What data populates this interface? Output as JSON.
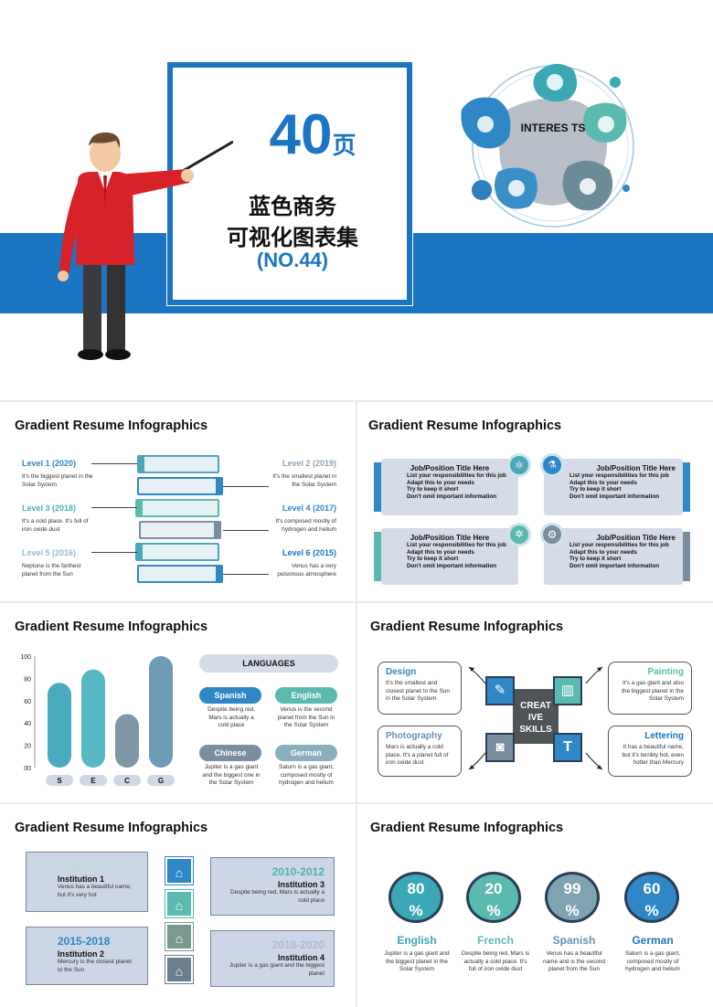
{
  "hero": {
    "title_num": "40",
    "title_unit": "页",
    "line1": "蓝色商务",
    "line2": "可视化图表集",
    "code": "(NO.44)",
    "interests": "INTERES TS"
  },
  "colors": {
    "primary": "#1b75c2",
    "teal": "#4bb2b0",
    "slate": "#6b8aa0"
  },
  "p1": {
    "title": "Gradient Resume Infographics",
    "levels": [
      {
        "label": "Level 1 (2020)",
        "text": "It's the biggest planet in the Solar System"
      },
      {
        "label": "Level 2 (2019)",
        "text": "It's the smallest planet in the Solar System"
      },
      {
        "label": "Level 3 (2018)",
        "text": "It's a cold place. It's full of iron oxide dust"
      },
      {
        "label": "Level 4 (2017)",
        "text": "It's composed mostly of hydrogen and helium"
      },
      {
        "label": "Level 5 (2016)",
        "text": "Neptune is the farthest planet from the Sun"
      },
      {
        "label": "Level 6 (2015)",
        "text": "Venus has a very poisonous atmosphere"
      }
    ]
  },
  "p2": {
    "title": "Gradient Resume Infographics",
    "jobs": [
      {
        "title": "Job/Position Title Here",
        "items": [
          "List your responsibilities for this job",
          "Adapt this to your needs",
          "Try to keep it short",
          "Don't omit important information"
        ]
      },
      {
        "title": "Job/Position Title Here",
        "items": [
          "List your responsibilities for this job",
          "Adapt this to your needs",
          "Try to keep it short",
          "Don't omit important information"
        ]
      },
      {
        "title": "Job/Position Title Here",
        "items": [
          "List your responsibilities for this job",
          "Adapt this to your needs",
          "Try to keep it short",
          "Don't omit important information"
        ]
      },
      {
        "title": "Job/Position Title Here",
        "items": [
          "List your responsibilities for this job",
          "Adapt this to your needs",
          "Try to keep it short",
          "Don't omit important information"
        ]
      }
    ]
  },
  "p3": {
    "title": "Gradient Resume Infographics",
    "languages_header": "LANGUAGES",
    "langs": [
      {
        "name": "Spanish",
        "text": "Despite being red, Mars is actually a cold place"
      },
      {
        "name": "English",
        "text": "Venus is the second planet from the Sun in the Solar System"
      },
      {
        "name": "Chinese",
        "text": "Jupiter is a gas giant and the biggest one in the Solar System"
      },
      {
        "name": "German",
        "text": "Saturn is a gas giant, composed mostly of hydrogen and helium"
      }
    ]
  },
  "chart_data": {
    "type": "bar",
    "categories": [
      "S",
      "E",
      "C",
      "G"
    ],
    "values": [
      76,
      88,
      48,
      100
    ],
    "ylim": [
      0,
      100
    ],
    "yticks": [
      "100",
      "80",
      "60",
      "40",
      "20",
      "00"
    ],
    "colors": [
      "#49aac0",
      "#55b8c4",
      "#7f96a4",
      "#6d9bb8"
    ]
  },
  "p4": {
    "title": "Gradient Resume Infographics",
    "center": "CREAT IVE SKILLS",
    "skills": [
      {
        "name": "Design",
        "text": "It's the smallest and closest planet to the Sun in the Solar System"
      },
      {
        "name": "Painting",
        "text": "It's a gas giant and also the biggest planet in the Solar System"
      },
      {
        "name": "Photography",
        "text": "Mars is actually a cold place. It's a planet full of iron oxide dust"
      },
      {
        "name": "Lettering",
        "text": "It has a beautiful name, but it's terribly hot, even hotter than Mercury"
      }
    ]
  },
  "p5": {
    "title": "Gradient Resume Infographics",
    "insts": [
      {
        "years": "2012-2015",
        "name": "Institution 1",
        "text": "Venus has a beautiful name, but it's very hot"
      },
      {
        "years": "2010-2012",
        "name": "Institution 3",
        "text": "Despite being red, Mars is actually a cold place"
      },
      {
        "years": "2015-2018",
        "name": "Institution 2",
        "text": "Mercury is the closest planet to the Sun"
      },
      {
        "years": "2018-2020",
        "name": "Institution 4",
        "text": "Jupiter is a gas giant and the biggest planet"
      }
    ]
  },
  "p6": {
    "title": "Gradient Resume Infographics",
    "langs": [
      {
        "pct": "80",
        "sym": "%",
        "name": "English",
        "text": "Jupiter is a gas giant and the biggest planet in the Solar System"
      },
      {
        "pct": "20",
        "sym": "%",
        "name": "French",
        "text": "Despite being red, Mars is actually a cold place. It's full of iron oxide dust"
      },
      {
        "pct": "99",
        "sym": "%",
        "name": "Spanish",
        "text": "Venus has a beautiful name and is the second planet from the Sun"
      },
      {
        "pct": "60",
        "sym": "%",
        "name": "German",
        "text": "Saturn is a gas giant, composed mostly of hydrogen and helium"
      }
    ]
  }
}
